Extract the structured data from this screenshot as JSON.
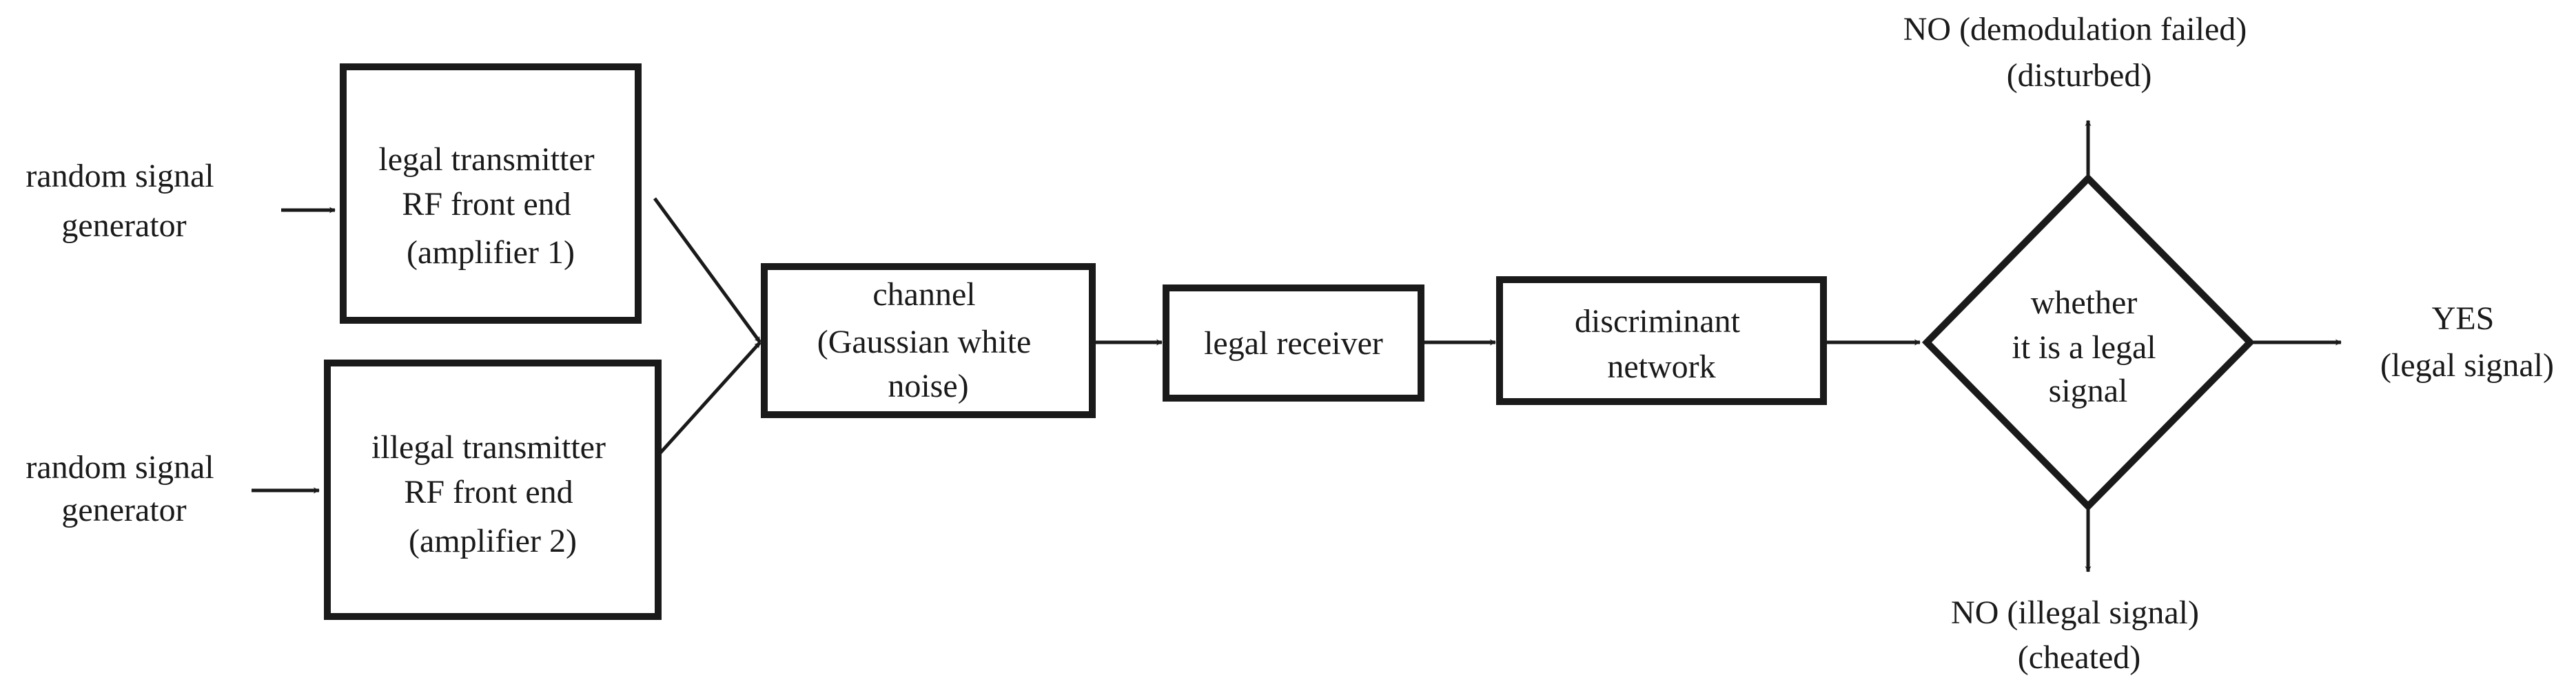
{
  "diagram": {
    "inputs": {
      "generator_1": [
        "random signal",
        "generator"
      ],
      "generator_2": [
        "random signal",
        "generator"
      ]
    },
    "nodes": {
      "legal_transmitter": [
        "legal transmitter",
        "RF front end",
        "(amplifier 1)"
      ],
      "illegal_transmitter": [
        "illegal transmitter",
        "RF front end",
        "(amplifier 2)"
      ],
      "channel": [
        "channel",
        "(Gaussian white",
        "noise)"
      ],
      "legal_receiver": [
        "legal receiver"
      ],
      "discriminant_network": [
        "discriminant",
        "network"
      ],
      "decision": [
        "whether",
        "it is a legal",
        "signal"
      ]
    },
    "outcomes": {
      "demodulation_failed": [
        "NO (demodulation failed)",
        "(disturbed)"
      ],
      "legal": [
        "YES",
        "(legal signal)"
      ],
      "illegal": [
        "NO (illegal signal)",
        "(cheated)"
      ]
    }
  },
  "colors": {
    "stroke": "#1a1a1a",
    "background": "#ffffff"
  }
}
